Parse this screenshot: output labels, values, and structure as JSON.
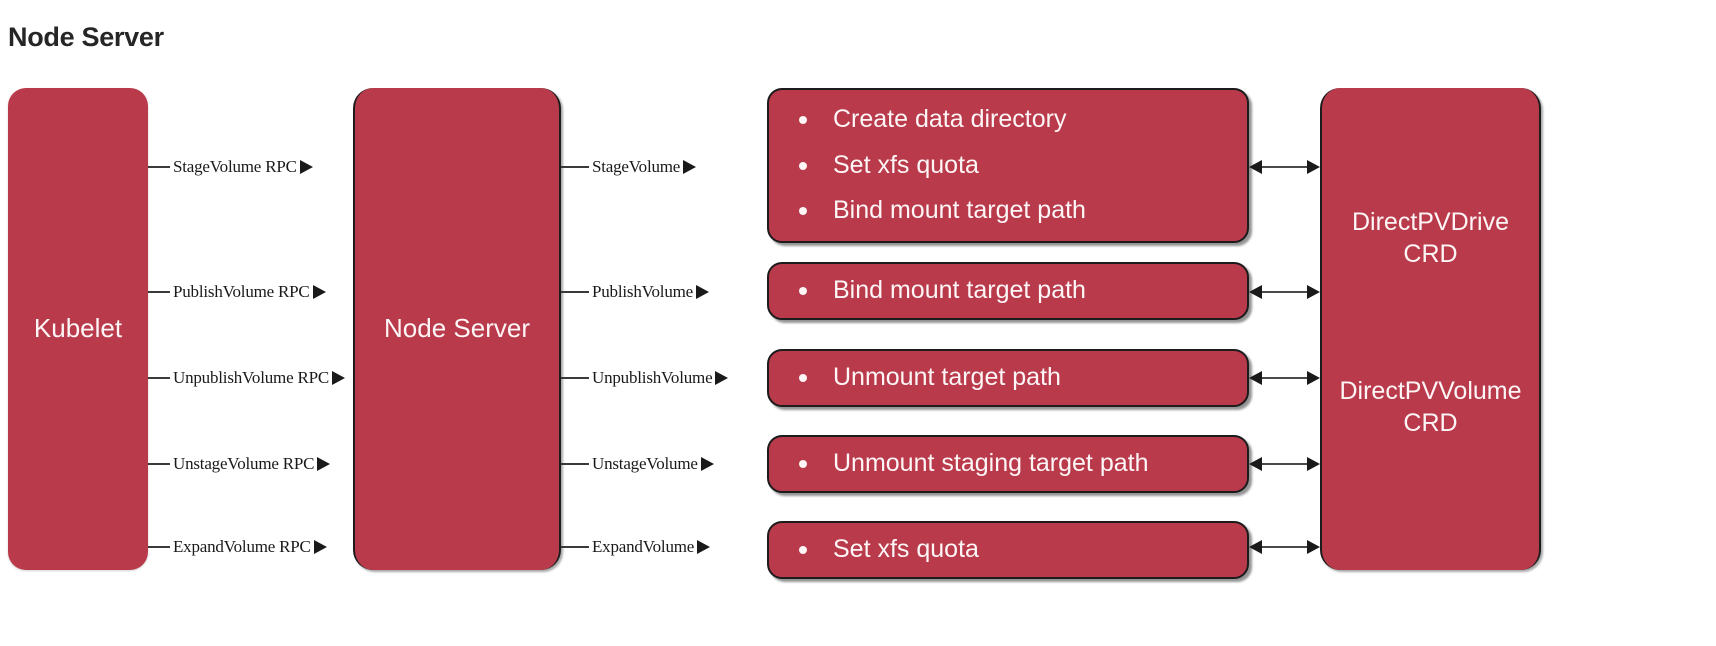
{
  "page": {
    "title": "Node Server"
  },
  "colors": {
    "box_fill": "#b93b4b",
    "box_border": "#1c1c1c",
    "box_text": "#fdf5f6",
    "title_text": "#262626",
    "connector": "#1a1a1a",
    "background": "#ffffff"
  },
  "nodes": {
    "kubelet": {
      "label": "Kubelet"
    },
    "node_server": {
      "label": "Node Server"
    },
    "crd_drive": {
      "label": "DirectPVDrive\nCRD"
    },
    "crd_volume": {
      "label": "DirectPVVolume\nCRD"
    }
  },
  "rows": [
    {
      "rpc_label": "StageVolume RPC",
      "op_label": "StageVolume",
      "actions": [
        "Create data directory",
        "Set xfs quota",
        "Bind mount target path"
      ]
    },
    {
      "rpc_label": "PublishVolume RPC",
      "op_label": "PublishVolume",
      "actions": [
        "Bind mount target path"
      ]
    },
    {
      "rpc_label": "UnpublishVolume RPC",
      "op_label": "UnpublishVolume",
      "actions": [
        "Unmount target path"
      ]
    },
    {
      "rpc_label": "UnstageVolume RPC",
      "op_label": "UnstageVolume",
      "actions": [
        "Unmount staging target path"
      ]
    },
    {
      "rpc_label": "ExpandVolume RPC",
      "op_label": "ExpandVolume",
      "actions": [
        "Set xfs quota"
      ]
    }
  ]
}
